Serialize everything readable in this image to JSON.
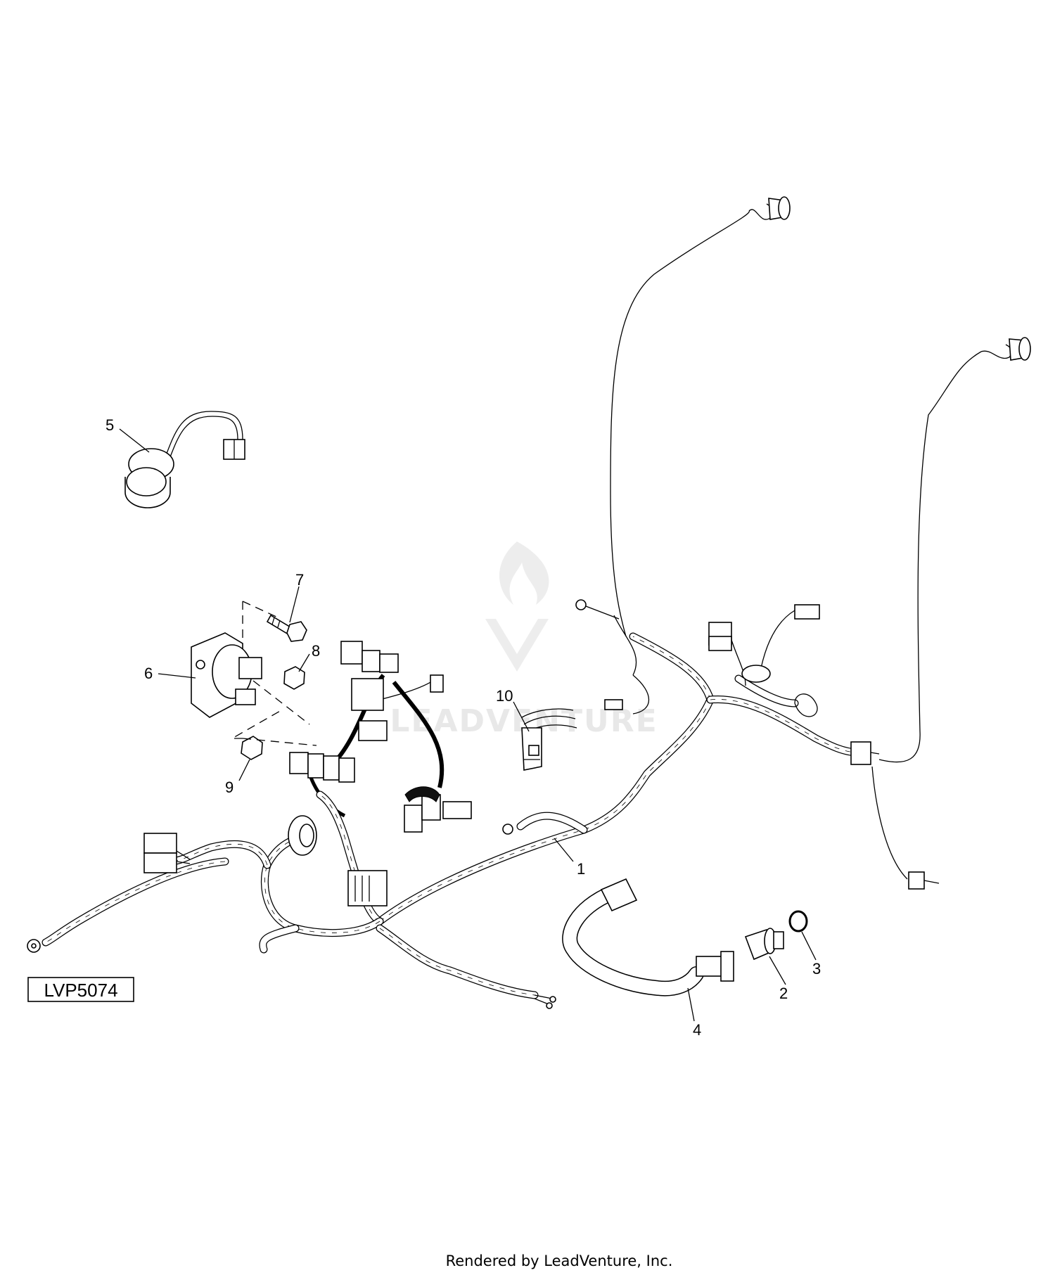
{
  "diagram": {
    "reference_code": "LVP5074",
    "watermark_text": "LEADVENTURE",
    "footer_text": "Rendered by LeadVenture, Inc.",
    "callouts": [
      "1",
      "2",
      "3",
      "4",
      "5",
      "6",
      "7",
      "8",
      "9",
      "10"
    ]
  }
}
